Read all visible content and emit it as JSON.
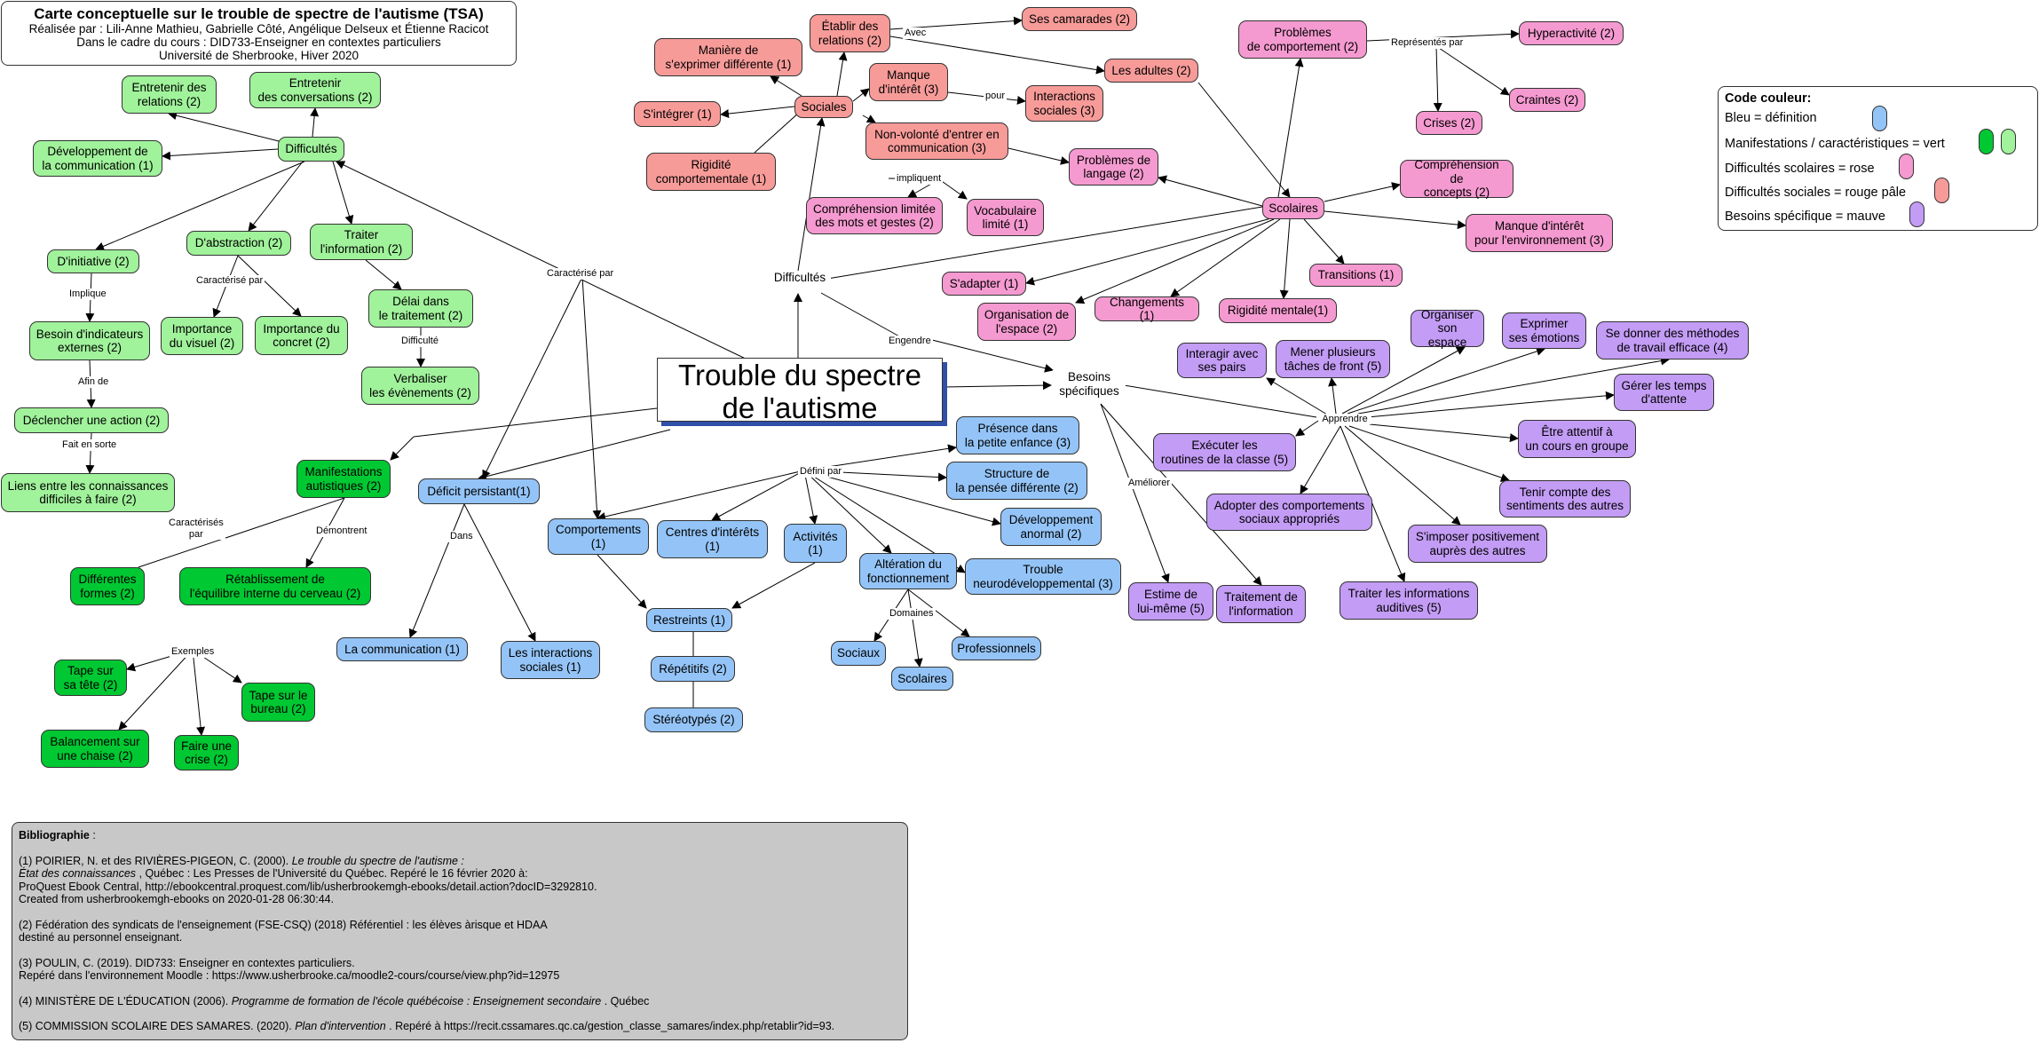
{
  "header": {
    "title": "Carte conceptuelle sur le trouble de spectre de l'autisme (TSA)",
    "authors": "Réalisée par : Lili-Anne Mathieu, Gabrielle Côté, Angélique Delseux et Étienne Racicot",
    "course": "Dans le cadre du cours : DID733-Enseigner en contextes particuliers",
    "university": "Université de Sherbrooke, Hiver 2020"
  },
  "central": "Trouble du spectre\nde l'autisme",
  "legend": {
    "title": "Code couleur:",
    "rows": [
      {
        "text": "Bleu = définition",
        "colors": [
          "#94c4f7"
        ]
      },
      {
        "text": "Manifestations / caractéristiques = vert",
        "colors": [
          "#00c832",
          "#a0f29b"
        ]
      },
      {
        "text": "Difficultés scolaires = rose",
        "colors": [
          "#f59ad0"
        ]
      },
      {
        "text": "Difficultés sociales = rouge pâle",
        "colors": [
          "#f79b99"
        ]
      },
      {
        "text": "Besoins spécifique = mauve",
        "colors": [
          "#c39cf5"
        ]
      }
    ]
  },
  "nodes": {
    "difficultes_g": "Difficultés",
    "entretenir_rel": "Entretenir des\nrelations (2)",
    "entretenir_conv": "Entretenir\ndes conversations (2)",
    "dev_comm": "Développement de\nla communication (1)",
    "initiative": "D'initiative (2)",
    "abstraction": "D'abstraction (2)",
    "traiter_info": "Traiter\nl'information (2)",
    "besoin_ind": "Besoin d'indicateurs\nexternes (2)",
    "importance_vis": "Importance\ndu visuel (2)",
    "importance_conc": "Importance du\nconcret (2)",
    "delai": "Délai dans\nle traitement (2)",
    "verbaliser": "Verbaliser\nles évènements (2)",
    "declencher": "Déclencher une action (2)",
    "liens": "Liens entre les connaissances\ndifficiles à faire (2)",
    "manif_aut": "Manifestations\nautistiques (2)",
    "differentes": "Différentes\nformes (2)",
    "retab": "Rétablissement de\nl'équilibre interne du cerveau (2)",
    "tape_tete": "Tape sur\nsa tête (2)",
    "tape_bureau": "Tape sur le\nbureau (2)",
    "balancement": "Balancement sur\nune chaise (2)",
    "faire_crise": "Faire une\ncrise (2)",
    "deficit": "Déficit persistant(1)",
    "la_comm": "La communication (1)",
    "interactions": "Les interactions\nsociales (1)",
    "comportements": "Comportements\n(1)",
    "centres": "Centres d'intérêts\n(1)",
    "activites": "Activités\n(1)",
    "restreints": "Restreints (1)",
    "repetitifs": "Répétitifs (2)",
    "stereotypes": "Stéréotypés (2)",
    "presence": "Présence dans\nla petite enfance (3)",
    "structure": "Structure de\nla pensée différente (2)",
    "dev_anormal": "Développement\nanormal (2)",
    "trouble_neuro": "Trouble\nneurodéveloppemental (3)",
    "alteration": "Altération du\nfonctionnement",
    "sociaux": "Sociaux",
    "professionnels": "Professionnels",
    "scolaires_b": "Scolaires",
    "difficultes_c": "Difficultés",
    "besoins": "Besoins\nspécifiques",
    "sociales": "Sociales",
    "maniere": "Manière de\ns'exprimer différente (1)",
    "etablir": "Établir des\nrelations (2)",
    "ses_camarades": "Ses camarades (2)",
    "les_adultes": "Les adultes (2)",
    "manque_interet_s": "Manque\nd'intérêt (3)",
    "interactions_s": "Interactions\nsociales (3)",
    "sintegrer": "S'intégrer (1)",
    "non_volonte": "Non-volonté d'entrer en\ncommunication (3)",
    "rigidite_c": "Rigidité\ncomportementale (1)",
    "comprehension_lim": "Compréhension limitée\ndes mots et gestes (2)",
    "vocabulaire": "Vocabulaire\nlimité (1)",
    "prob_langage": "Problèmes de\nlangage (2)",
    "prob_comport": "Problèmes\nde comportement (2)",
    "hyperactivite": "Hyperactivité (2)",
    "crises": "Crises (2)",
    "craintes": "Craintes (2)",
    "scolaires_p": "Scolaires",
    "comprehension_conc": "Compréhension de\nconcepts (2)",
    "manque_interet_env": "Manque d'intérêt\npour l'environnement (3)",
    "sadapter": "S'adapter (1)",
    "organisation": "Organisation de\nl'espace (2)",
    "changements": "Changements (1)",
    "rigidite_m": "Rigidité mentale(1)",
    "transitions": "Transitions (1)",
    "apprendre": "Apprendre",
    "interagir": "Interagir avec\nses pairs",
    "mener": "Mener plusieurs\ntâches de front (5)",
    "organiser": "Organiser\nson espace",
    "exprimer": "Exprimer\nses émotions",
    "methodes": "Se donner des méthodes\nde travail efficace (4)",
    "temps": "Gérer les temps\nd'attente",
    "executer": "Exécuter les\nroutines de la classe (5)",
    "attentif": "Être attentif à\nun cours en groupe",
    "adopter": "Adopter des comportements\nsociaux appropriés",
    "sentiments": "Tenir compte des\nsentiments des autres",
    "simposer": "S'imposer positivement\nauprès des autres",
    "estime": "Estime de\nlui-même (5)",
    "traitement_info": "Traitement de\nl'information",
    "traiter_aud": "Traiter les informations\nauditives (5)"
  },
  "edge_labels": {
    "implique": "Implique",
    "afin_de": "Afin de",
    "fait_en_sorte": "Fait en sorte",
    "caracterise_par_1": "Caractérisé par",
    "difficulte": "Difficulté",
    "caracterise_par_2": "Caractérisé par",
    "caracterises_par": "Caractérisés\npar",
    "demontrent": "Démontrent",
    "exemples": "Exemples",
    "dans": "Dans",
    "defini_par": "Défini par",
    "domaines": "Domaines",
    "engendre": "Engendre",
    "ameliorer": "Améliorer",
    "avec": "Avec",
    "pour": "pour",
    "impliquent": "impliquent",
    "representes_par": "Représentés par"
  },
  "bibliography": {
    "heading": "Bibliographie",
    "colon": " :",
    "ref1_a": "(1) POIRIER, N. et des RIVIÈRES-PIGEON, C. (2000). ",
    "ref1_title": "Le trouble du spectre de l'autisme :\nÉtat des connaissances",
    "ref1_b": " , Québec : Les Presses de l'Université du Québec. Repéré le 16 février 2020 à:\nProQuest Ebook Central, http://ebookcentral.proquest.com/lib/usherbrookemgh-ebooks/detail.action?docID=3292810.\nCreated from usherbrookemgh-ebooks on 2020-01-28 06:30:44.",
    "ref2": "(2)  Fédération des syndicats de l'enseignement (FSE-CSQ) (2018) Référentiel : les élèves àrisque et HDAA\ndestiné au personnel enseignant.",
    "ref3": "(3) POULIN, C. (2019).  DID733: Enseigner en contextes particuliers.\nRepéré dans l'environnement Moodle : https://www.usherbrooke.ca/moodle2-cours/course/view.php?id=12975",
    "ref4_a": "(4) MINISTÈRE DE L'ÉDUCATION (2006). ",
    "ref4_title": "Programme de formation de l'école québécoise : Enseignement secondaire",
    "ref4_b": " . Québec",
    "ref5_a": "(5) COMMISSION SCOLAIRE DES SAMARES. (2020). ",
    "ref5_title": "Plan d'intervention",
    "ref5_b": " . Repéré à https://recit.cssamares.qc.ca/gestion_classe_samares/index.php/retablir?id=93."
  }
}
